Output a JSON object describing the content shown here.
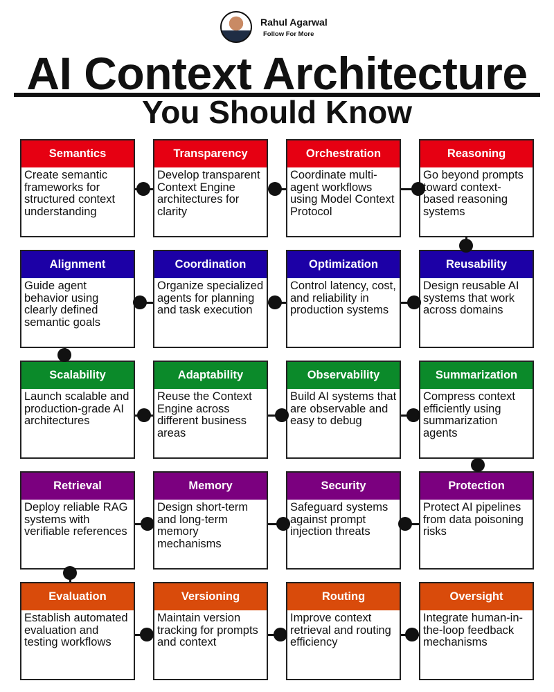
{
  "author": {
    "name": "Rahul Agarwal",
    "subtitle": "Follow For More"
  },
  "title": "AI Context Architecture",
  "subtitle": "You Should Know",
  "colors": {
    "red": "#e60012",
    "blue": "#1c00a6",
    "green": "#0b8a2a",
    "purple": "#7b007f",
    "orange": "#d94b0b"
  },
  "rows": [
    {
      "color": "red",
      "cards": [
        {
          "title": "Semantics",
          "text": "Create semantic frameworks for structured context understanding"
        },
        {
          "title": "Transparency",
          "text": "Develop transparent Context Engine architectures for clarity"
        },
        {
          "title": "Orchestration",
          "text": "Coordinate multi-agent workflows using Model Context Protocol"
        },
        {
          "title": "Reasoning",
          "text": "Go beyond prompts toward context-based reasoning systems"
        }
      ]
    },
    {
      "color": "blue",
      "cards": [
        {
          "title": "Alignment",
          "text": "Guide agent behavior using clearly defined semantic goals"
        },
        {
          "title": "Coordination",
          "text": "Organize specialized agents for planning and task execution"
        },
        {
          "title": "Optimization",
          "text": "Control latency, cost, and reliability in production systems"
        },
        {
          "title": "Reusability",
          "text": "Design reusable AI systems that work across domains"
        }
      ]
    },
    {
      "color": "green",
      "cards": [
        {
          "title": "Scalability",
          "text": "Launch scalable and production-grade AI architectures"
        },
        {
          "title": "Adaptability",
          "text": "Reuse the Context Engine across different business areas"
        },
        {
          "title": "Observability",
          "text": "Build AI systems that are observable and easy to debug"
        },
        {
          "title": "Summarization",
          "text": "Compress context efficiently using summarization agents"
        }
      ]
    },
    {
      "color": "purple",
      "cards": [
        {
          "title": "Retrieval",
          "text": "Deploy reliable RAG systems with verifiable references"
        },
        {
          "title": "Memory",
          "text": "Design short-term and long-term memory mechanisms"
        },
        {
          "title": "Security",
          "text": "Safeguard systems against prompt injection threats"
        },
        {
          "title": "Protection",
          "text": "Protect AI pipelines from data poisoning risks"
        }
      ]
    },
    {
      "color": "orange",
      "cards": [
        {
          "title": "Evaluation",
          "text": "Establish automated evaluation and testing workflows"
        },
        {
          "title": "Versioning",
          "text": "Maintain version tracking for prompts and context"
        },
        {
          "title": "Routing",
          "text": "Improve context retrieval and routing efficiency"
        },
        {
          "title": "Oversight",
          "text": "Integrate human-in-the-loop feedback mechanisms"
        }
      ]
    }
  ]
}
